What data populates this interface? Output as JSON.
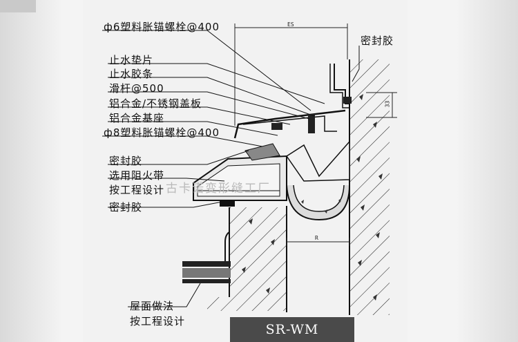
{
  "labels": {
    "anchor_bolt_6": "ф6塑料胀锚螺栓@400",
    "sealant_top": "密封胶",
    "waterstop_pad": "止水垫片",
    "waterstop_strip": "止水胶条",
    "slide_bar": "滑杆@500",
    "cover_plate": "铝合金/不锈钢盖板",
    "base_seat": "铝合金基座",
    "anchor_bolt_8": "ф8塑料胀锚螺栓@400",
    "sealant_mid": "密封胶",
    "fire_belt_1": "选用阻火带",
    "fire_belt_2": "按工程设计",
    "sealant_low": "密封胶",
    "roof_method_1": "屋面做法",
    "roof_method_2": "按工程设计"
  },
  "dimensions": {
    "top_width": "ES",
    "side_height": "33",
    "gap_width": "R"
  },
  "model": "SR-WM",
  "watermark": "古卡诺变形缝工厂"
}
